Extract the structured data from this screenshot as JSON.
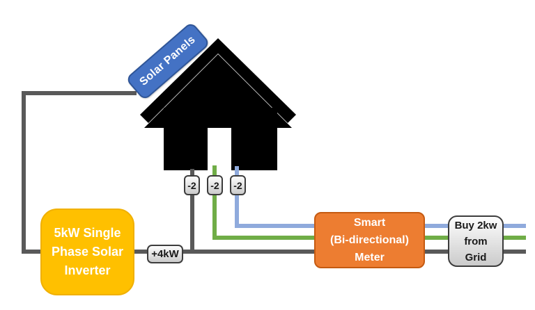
{
  "diagram": {
    "solar_panels_label": "Solar Panels",
    "inverter": {
      "lines": [
        "5kW Single",
        "Phase Solar",
        "Inverter"
      ]
    },
    "inverter_output": "+4kW",
    "house_wire_labels": [
      "-2",
      "-2",
      "-2"
    ],
    "meter": {
      "lines": [
        "Smart",
        "(Bi-directional)",
        "Meter"
      ]
    },
    "grid_purchase": {
      "lines": [
        "Buy 2kw",
        "from",
        "Grid"
      ]
    },
    "colors": {
      "solar_label_blue": "#4472C4",
      "inverter_yellow": "#FFC000",
      "meter_orange": "#ED7D31",
      "wire_gray": "#595959",
      "wire_green": "#70AD47",
      "wire_blue": "#8FAADC",
      "house_black": "#000000",
      "chip_border": "#3C3C3C"
    }
  }
}
